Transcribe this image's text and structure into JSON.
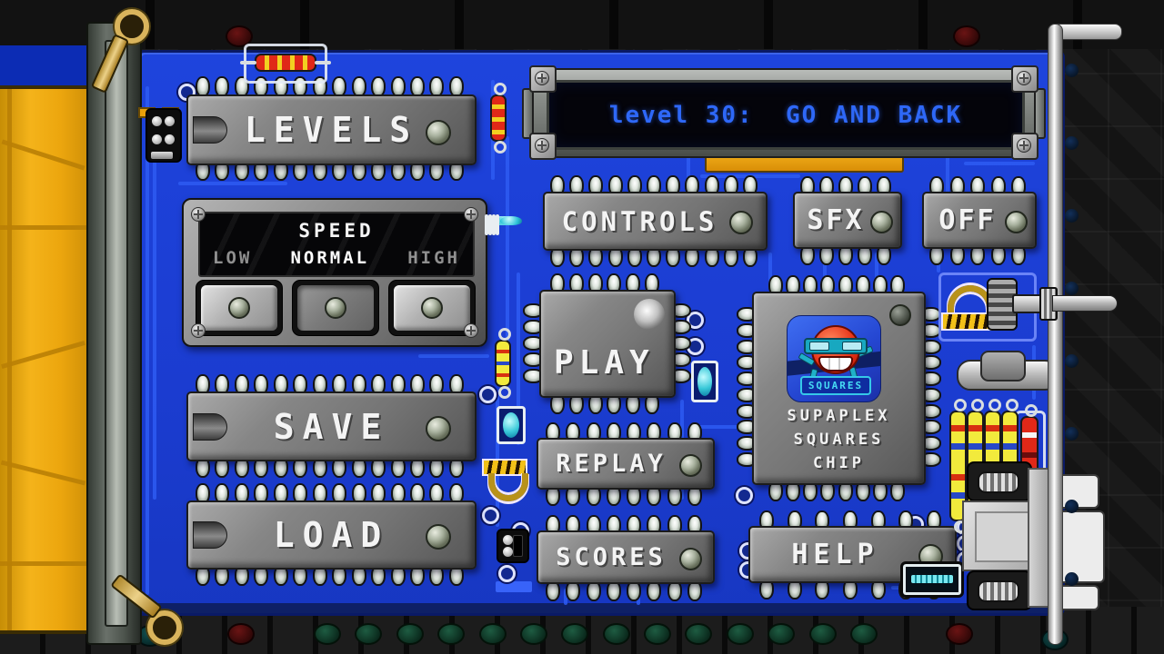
{
  "lcd": {
    "text": "level 30:  GO AND BACK"
  },
  "chips": {
    "levels": {
      "label": "LEVELS"
    },
    "save": {
      "label": "SAVE"
    },
    "load": {
      "label": "LOAD"
    },
    "controls": {
      "label": "CONTROLS"
    },
    "sfx": {
      "label": "SFX"
    },
    "off": {
      "label": "OFF"
    },
    "play": {
      "label": "PLAY"
    },
    "replay": {
      "label": "REPLAY"
    },
    "scores": {
      "label": "SCORES"
    },
    "help": {
      "label": "HELP"
    }
  },
  "speed_panel": {
    "title": "SPEED",
    "options": [
      "LOW",
      "NORMAL",
      "HIGH"
    ],
    "selected": "NORMAL"
  },
  "supaplex_chip": {
    "icon_label": "SQUARES",
    "lines": [
      "SUPAPLEX",
      "SQUARES",
      "CHIP"
    ]
  },
  "colors": {
    "board_blue": "#1b3ed2",
    "trace_blue": "#2e5cf2",
    "lcd_text_blue": "#2e68f8",
    "chip_gray": "#8a8a8a",
    "gold": "#efab12",
    "case_dark": "#151515",
    "resistor_yellow": "#f2ea3c",
    "resistor_red": "#e02818",
    "capacitor_cyan": "#38c8d8"
  }
}
